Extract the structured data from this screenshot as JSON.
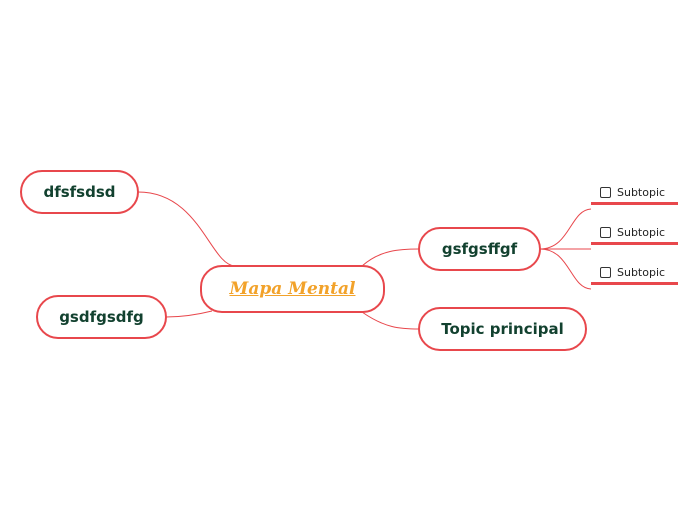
{
  "mindmap": {
    "central": "Mapa Mental",
    "topics": [
      {
        "id": "t1",
        "label": "dfsfsdsd"
      },
      {
        "id": "t2",
        "label": "gsdfgsdfg"
      },
      {
        "id": "t3",
        "label": "gsfgsffgf"
      },
      {
        "id": "t4",
        "label": "Topic principal"
      }
    ],
    "subtopics": [
      {
        "label": "Subtopic",
        "checked": false
      },
      {
        "label": "Subtopic",
        "checked": false
      },
      {
        "label": "Subtopic",
        "checked": false
      }
    ]
  },
  "colors": {
    "border": "#e8474c",
    "connector": "#e8474c",
    "topic_text": "#12412f",
    "central_text": "#f2a22a"
  }
}
